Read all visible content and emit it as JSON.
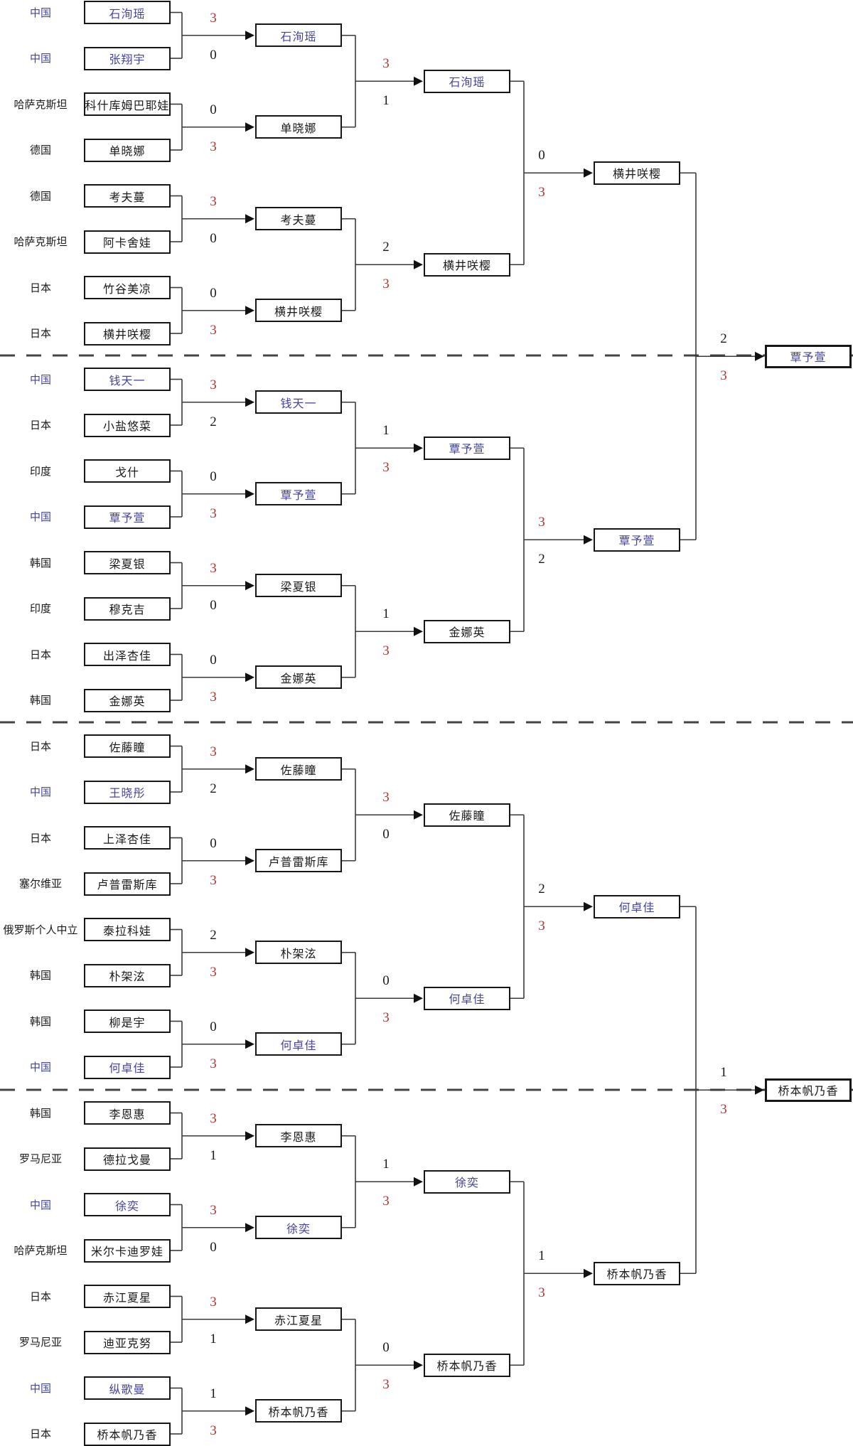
{
  "colors": {
    "china_text": "#44449e",
    "winner_score": "#b03636",
    "text": "#1a1a1a",
    "line": "#3a3a3a"
  },
  "players": [
    {
      "country": "中国",
      "name": "石洵瑶",
      "cn": true
    },
    {
      "country": "中国",
      "name": "张翔宇",
      "cn": true
    },
    {
      "country": "哈萨克斯坦",
      "name": "科什库姆巴耶娃",
      "cn": false
    },
    {
      "country": "德国",
      "name": "单晓娜",
      "cn": false
    },
    {
      "country": "德国",
      "name": "考夫蔓",
      "cn": false
    },
    {
      "country": "哈萨克斯坦",
      "name": "阿卡舍娃",
      "cn": false
    },
    {
      "country": "日本",
      "name": "竹谷美凉",
      "cn": false
    },
    {
      "country": "日本",
      "name": "横井咲樱",
      "cn": false
    },
    {
      "country": "中国",
      "name": "钱天一",
      "cn": true
    },
    {
      "country": "日本",
      "name": "小盐悠菜",
      "cn": false
    },
    {
      "country": "印度",
      "name": "戈什",
      "cn": false
    },
    {
      "country": "中国",
      "name": "覃予萱",
      "cn": true
    },
    {
      "country": "韩国",
      "name": "梁夏银",
      "cn": false
    },
    {
      "country": "印度",
      "name": "穆克吉",
      "cn": false
    },
    {
      "country": "日本",
      "name": "出泽杏佳",
      "cn": false
    },
    {
      "country": "韩国",
      "name": "金娜英",
      "cn": false
    },
    {
      "country": "日本",
      "name": "佐藤瞳",
      "cn": false
    },
    {
      "country": "中国",
      "name": "王晓彤",
      "cn": true
    },
    {
      "country": "日本",
      "name": "上泽杏佳",
      "cn": false
    },
    {
      "country": "塞尔维亚",
      "name": "卢普雷斯库",
      "cn": false
    },
    {
      "country": "俄罗斯个人中立",
      "name": "泰拉科娃",
      "cn": false
    },
    {
      "country": "韩国",
      "name": "朴架泫",
      "cn": false
    },
    {
      "country": "韩国",
      "name": "柳是宇",
      "cn": false
    },
    {
      "country": "中国",
      "name": "何卓佳",
      "cn": true
    },
    {
      "country": "韩国",
      "name": "李恩惠",
      "cn": false
    },
    {
      "country": "罗马尼亚",
      "name": "德拉戈曼",
      "cn": false
    },
    {
      "country": "中国",
      "name": "徐奕",
      "cn": true
    },
    {
      "country": "哈萨克斯坦",
      "name": "米尔卡迪罗娃",
      "cn": false
    },
    {
      "country": "日本",
      "name": "赤江夏星",
      "cn": false
    },
    {
      "country": "罗马尼亚",
      "name": "迪亚克努",
      "cn": false
    },
    {
      "country": "中国",
      "name": "纵歌曼",
      "cn": true
    },
    {
      "country": "日本",
      "name": "桥本帆乃香",
      "cn": false
    }
  ],
  "rounds": [
    {
      "matches": [
        {
          "s1": "3",
          "s2": "0",
          "winner": "石洵瑶",
          "winner_cn": true,
          "winner_side": "top"
        },
        {
          "s1": "0",
          "s2": "3",
          "winner": "单晓娜",
          "winner_cn": false,
          "winner_side": "bottom"
        },
        {
          "s1": "3",
          "s2": "0",
          "winner": "考夫蔓",
          "winner_cn": false,
          "winner_side": "top"
        },
        {
          "s1": "0",
          "s2": "3",
          "winner": "横井咲樱",
          "winner_cn": false,
          "winner_side": "bottom"
        },
        {
          "s1": "3",
          "s2": "2",
          "winner": "钱天一",
          "winner_cn": true,
          "winner_side": "top"
        },
        {
          "s1": "0",
          "s2": "3",
          "winner": "覃予萱",
          "winner_cn": true,
          "winner_side": "bottom"
        },
        {
          "s1": "3",
          "s2": "0",
          "winner": "梁夏银",
          "winner_cn": false,
          "winner_side": "top"
        },
        {
          "s1": "0",
          "s2": "3",
          "winner": "金娜英",
          "winner_cn": false,
          "winner_side": "bottom"
        },
        {
          "s1": "3",
          "s2": "2",
          "winner": "佐藤瞳",
          "winner_cn": false,
          "winner_side": "top"
        },
        {
          "s1": "0",
          "s2": "3",
          "winner": "卢普雷斯库",
          "winner_cn": false,
          "winner_side": "bottom"
        },
        {
          "s1": "2",
          "s2": "3",
          "winner": "朴架泫",
          "winner_cn": false,
          "winner_side": "bottom"
        },
        {
          "s1": "0",
          "s2": "3",
          "winner": "何卓佳",
          "winner_cn": true,
          "winner_side": "bottom"
        },
        {
          "s1": "3",
          "s2": "1",
          "winner": "李恩惠",
          "winner_cn": false,
          "winner_side": "top"
        },
        {
          "s1": "3",
          "s2": "0",
          "winner": "徐奕",
          "winner_cn": true,
          "winner_side": "top"
        },
        {
          "s1": "3",
          "s2": "1",
          "winner": "赤江夏星",
          "winner_cn": false,
          "winner_side": "top"
        },
        {
          "s1": "1",
          "s2": "3",
          "winner": "桥本帆乃香",
          "winner_cn": false,
          "winner_side": "bottom"
        }
      ]
    },
    {
      "matches": [
        {
          "s1": "3",
          "s2": "1",
          "winner": "石洵瑶",
          "winner_cn": true,
          "winner_side": "top"
        },
        {
          "s1": "2",
          "s2": "3",
          "winner": "横井咲樱",
          "winner_cn": false,
          "winner_side": "bottom"
        },
        {
          "s1": "1",
          "s2": "3",
          "winner": "覃予萱",
          "winner_cn": true,
          "winner_side": "bottom"
        },
        {
          "s1": "1",
          "s2": "3",
          "winner": "金娜英",
          "winner_cn": false,
          "winner_side": "bottom"
        },
        {
          "s1": "3",
          "s2": "0",
          "winner": "佐藤瞳",
          "winner_cn": false,
          "winner_side": "top"
        },
        {
          "s1": "0",
          "s2": "3",
          "winner": "何卓佳",
          "winner_cn": true,
          "winner_side": "bottom"
        },
        {
          "s1": "1",
          "s2": "3",
          "winner": "徐奕",
          "winner_cn": true,
          "winner_side": "bottom"
        },
        {
          "s1": "0",
          "s2": "3",
          "winner": "桥本帆乃香",
          "winner_cn": false,
          "winner_side": "bottom"
        }
      ]
    },
    {
      "matches": [
        {
          "s1": "0",
          "s2": "3",
          "winner": "横井咲樱",
          "winner_cn": false,
          "winner_side": "bottom"
        },
        {
          "s1": "3",
          "s2": "2",
          "winner": "覃予萱",
          "winner_cn": true,
          "winner_side": "top"
        },
        {
          "s1": "2",
          "s2": "3",
          "winner": "何卓佳",
          "winner_cn": true,
          "winner_side": "bottom"
        },
        {
          "s1": "1",
          "s2": "3",
          "winner": "桥本帆乃香",
          "winner_cn": false,
          "winner_side": "bottom"
        }
      ]
    },
    {
      "matches": [
        {
          "s1": "2",
          "s2": "3",
          "winner": "覃予萱",
          "winner_cn": true,
          "winner_side": "bottom"
        },
        {
          "s1": "1",
          "s2": "3",
          "winner": "桥本帆乃香",
          "winner_cn": false,
          "winner_side": "bottom"
        }
      ]
    }
  ]
}
